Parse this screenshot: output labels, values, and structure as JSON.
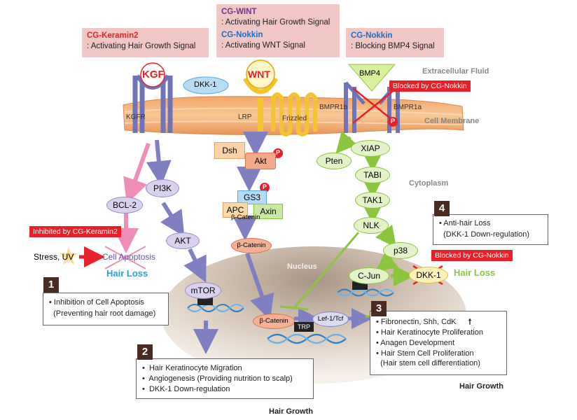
{
  "callouts": {
    "keramin": {
      "name": "CG-Keramin2",
      "desc": ": Activating Hair Growth Signal"
    },
    "wnt_top": {
      "name1": "CG-WINT",
      "desc1": ": Activating Hair Growth Signal",
      "name2": "CG-Nokkin",
      "desc2": ": Activating WNT Signal"
    },
    "nokkin_right": {
      "name": "CG-Nokkin",
      "desc": ": Blocking BMP4 Signal"
    }
  },
  "regions": {
    "extracellular": "Extracellular Fluid",
    "membrane": "Cell Membrane",
    "cytoplasm": "Cytoplasm",
    "nucleus": "Nucleus"
  },
  "molecules": {
    "kgf": "KGF",
    "kgfr": "KGFR",
    "dkk1": "DKK-1",
    "wnt": "WNT",
    "lrp": "LRP",
    "frizzled": "Frizzled",
    "bmp4": "BMP4",
    "bmpr1b": "BMPR1b",
    "bmpr1a": "BMPR1a",
    "dsh": "Dsh",
    "akt_p": "Akt",
    "p": "P",
    "gs3": "GS3",
    "apc": "APC",
    "axin": "Axin",
    "bcat_complex": "β-Catenin",
    "bcat": "β-Catenin",
    "bcat_nuc": "β-Catenin",
    "trp": "TRP",
    "lef": "Lef-1/Tcf",
    "pi3k": "PI3K",
    "bcl2": "BCL-2",
    "akt": "AKT",
    "mtor": "mTOR",
    "xiap": "XIAP",
    "pten": "Pten",
    "tabi": "TABI",
    "tak1": "TAK1",
    "nlk": "NLK",
    "p38": "p38",
    "cjun": "C-Jun",
    "dkk1_b": "DKK-1",
    "stress": "Stress, UV",
    "apoptosis": "Cell Apoptosis"
  },
  "red_labels": {
    "blocked1": "Blocked by CG-Nokkin",
    "inhibited": "Inhibited by CG-Keramin2",
    "blocked2": "Blocked by CG-Nokkin"
  },
  "outcomes": {
    "hair_loss_left": "Hair Loss",
    "hair_loss_right": "Hair Loss",
    "hair_growth_mid": "Hair Growth",
    "hair_growth_right": "Hair Growth"
  },
  "boxes": {
    "b1": {
      "num": "1",
      "lines": [
        "• Inhibition of Cell Apoptosis",
        "  (Preventing hair root damage)"
      ]
    },
    "b2": {
      "num": "2",
      "lines": [
        "•  Hair Keratinocyte Migration",
        "•  Angiogenesis (Providing nutrition to scalp)",
        "•  DKK-1 Down-regulation"
      ]
    },
    "b3": {
      "num": "3",
      "lines": [
        "• Fibronectin, Shh, CdK",
        "• Hair Keratinocyte Proliferation",
        "• Anagen Development",
        "• Hair Stem Cell Proliferation",
        "  (Hair stem cell differentiation)"
      ],
      "up_arrow": "🠕"
    },
    "b4": {
      "num": "4",
      "lines": [
        "• Anti-hair Loss",
        "  (DKK-1 Down-regulation)"
      ]
    }
  },
  "colors": {
    "red": "#e8202a",
    "blue": "#1b6cc7",
    "green": "#8cc63f",
    "purple_arrow": "#7f7fc2",
    "pink_arrow": "#f08cb8"
  }
}
